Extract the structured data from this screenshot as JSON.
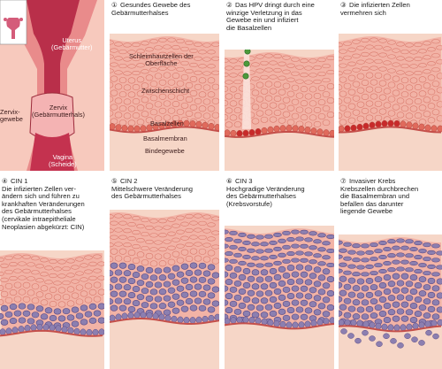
{
  "colors": {
    "epithelium": "#f2b3a6",
    "cell_border": "#d97a6d",
    "basal": "#e06a5c",
    "membrane": "#c44f4a",
    "stroma": "#f6d6c7",
    "dysplastic": "#8c7fb0",
    "dysplastic_border": "#5a4a86",
    "infected": "#c82a2a",
    "virus": "#4c9a3c"
  },
  "anatomy": {
    "uterus": "Uterus\n(Gebärmutter)",
    "cervix": "Zervix\n(Gebärmutterhals)",
    "cervix_left": "Zervix-\ngewebe",
    "vagina": "Vagina\n(Scheide)"
  },
  "panels": [
    {
      "num": "①",
      "caption": "Gesundes Gewebe des\nGebärmutterhalses",
      "dysplasia": 0
    },
    {
      "num": "②",
      "caption": "Das HPV dringt durch eine\nwinzige Verletzung in das\nGewebe ein und infiziert\ndie Basalzellen",
      "dysplasia": 0
    },
    {
      "num": "③",
      "caption": "Die infizierten Zellen\nvermehren sich",
      "dysplasia": 0
    },
    {
      "num": "④",
      "caption": "CIN 1\nDie infizierten Zellen ver-\nändern sich und führen zu\nkrankhaften Veränderungen\ndes Gebärmutterhalses\n(cervikale intraepitheliale\nNeoplasien abgekürzt: CIN)",
      "dysplasia": 0.33
    },
    {
      "num": "⑤",
      "caption": "CIN 2\nMittelschwere Veränderung\ndes Gebärmutterhalses",
      "dysplasia": 0.55
    },
    {
      "num": "⑥",
      "caption": "CIN 3\nHochgradige Veränderung\ndes Gebärmutterhalses\n(Krebsvorstufe)",
      "dysplasia": 1
    },
    {
      "num": "⑦",
      "caption": "Invasiver Krebs\nKrebszellen durchbrechen\ndie Basalmembran und\nbefallen das darunter\nliegende Gewebe",
      "dysplasia": 1
    }
  ],
  "layers": {
    "schleimhaut": "Schleimhautzellen der\nOberfläche",
    "zwischenschicht": "Zwischenschicht",
    "basalzellen": "Basalzellen",
    "basalmembran": "Basalmembran",
    "bindegewebe": "Bindegewebe"
  }
}
